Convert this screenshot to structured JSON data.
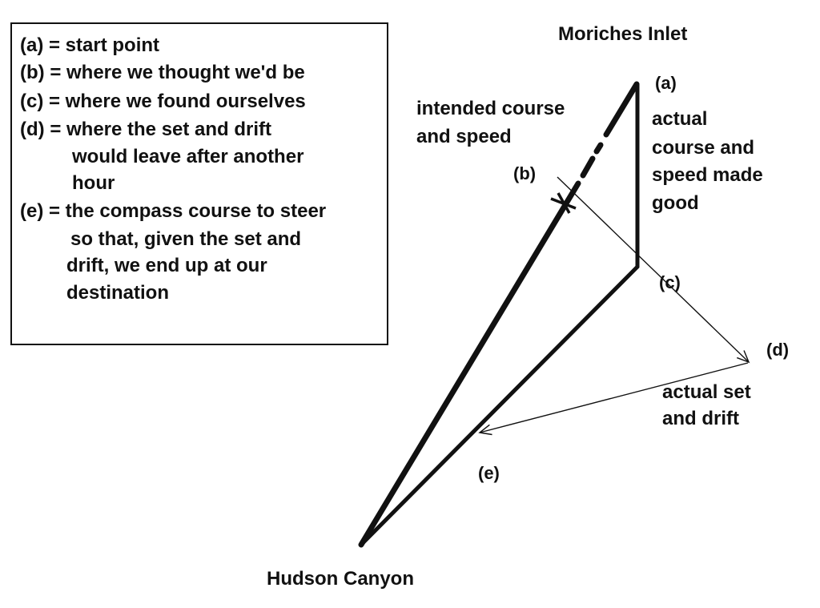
{
  "legend": {
    "lines": [
      "(a) = start point",
      "(b) = where we thought we'd be",
      "(c) = where we found ourselves",
      "(d) = where the set and drift",
      "would leave after another",
      "hour",
      "(e) = the compass course to steer",
      "so that, given the set and",
      "drift, we end up at our",
      "destination"
    ]
  },
  "labels": {
    "moriches_inlet": "Moriches Inlet",
    "hudson_canyon": "Hudson Canyon",
    "point_a": "(a)",
    "point_b": "(b)",
    "point_c": "(c)",
    "point_d": "(d)",
    "point_e": "(e)",
    "intended_1": "intended course",
    "intended_2": "and speed",
    "actual_1": "actual",
    "actual_2": "course and",
    "actual_3": "speed made",
    "actual_4": "good",
    "set_drift_1": "actual set",
    "set_drift_2": "and drift"
  },
  "colors": {
    "ink": "#111111",
    "background": "#ffffff"
  }
}
